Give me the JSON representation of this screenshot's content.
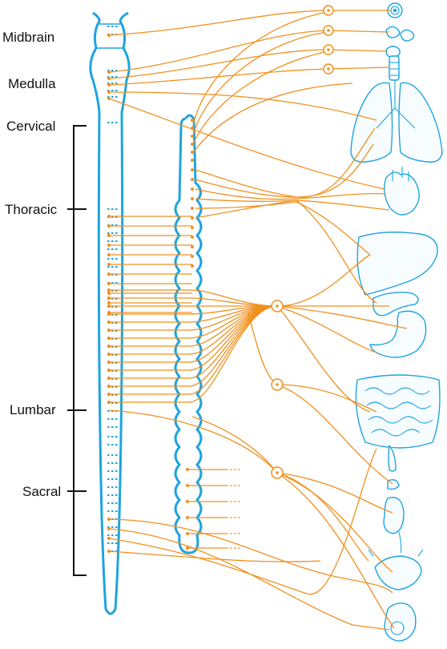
{
  "labels": {
    "midbrain": "Midbrain",
    "medulla": "Medulla",
    "cervical": "Cervical",
    "thoracic": "Thoracic",
    "lumbar": "Lumbar",
    "sacral": "Sacral"
  },
  "colors": {
    "structure": "#1ea4df",
    "nerve": "#f0901e",
    "text": "#111111"
  }
}
